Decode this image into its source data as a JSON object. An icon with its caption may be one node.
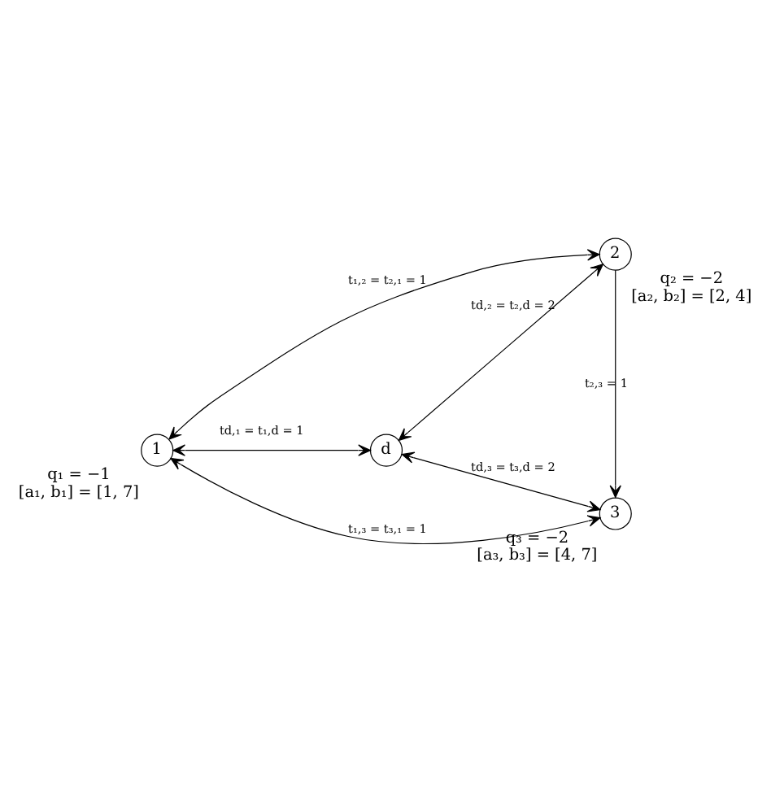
{
  "diagram": {
    "nodes": [
      {
        "text": [
          "1"
        ],
        "beside": [
          "q₁ = −1",
          "[a₁, b₁] = [1, 7]"
        ]
      },
      {
        "text": [
          "2"
        ],
        "beside": [
          "q₂ = −2",
          "[a₂, b₂] = [2, 4]"
        ]
      },
      {
        "text": [
          "3"
        ],
        "beside": [
          "q₃ = −2",
          "[a₃, b₃] = [4, 7]"
        ]
      },
      {
        "text": [
          "d"
        ]
      }
    ],
    "edges": [
      {
        "from": 1,
        "to": 0,
        "arrow": "both",
        "label": "t₁,₂ = t₂,₁ = 1"
      },
      {
        "from": 0,
        "to": 3,
        "arrow": "both",
        "label": "td,₁ = t₁,d = 1"
      },
      {
        "from": 3,
        "to": 1,
        "arrow": "both",
        "label": "td,₂ = t₂,d = 2"
      },
      {
        "from": 1,
        "to": 2,
        "arrow": "to",
        "label": "t₂,₃ = 1"
      },
      {
        "from": 0,
        "to": 2,
        "arrow": "both",
        "label": "t₁,₃ = t₃,₁ = 1"
      },
      {
        "from": 3,
        "to": 2,
        "arrow": "both",
        "label": "td,₃ = t₃,d = 2"
      }
    ]
  }
}
